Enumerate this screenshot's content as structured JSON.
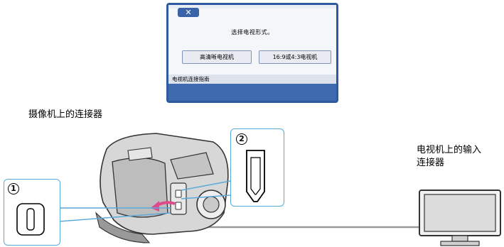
{
  "lcd": {
    "close_icon": "close-icon",
    "close_label": "✕",
    "message": "选择电视形式。",
    "button_hd": "高清晰电视机",
    "button_ratio": "16:9或4:3电视机",
    "guide": "电视机连接指南"
  },
  "labels": {
    "camcorder_connector": "摄像机上的连接器",
    "tv_input": "电视机上的输入\n连接器"
  },
  "callouts": {
    "first": "1",
    "second": "2"
  },
  "colors": {
    "screen_blue": "#2e5aa0",
    "callout_line": "#5aa9d8",
    "arrow_pink": "#e04a8c"
  }
}
